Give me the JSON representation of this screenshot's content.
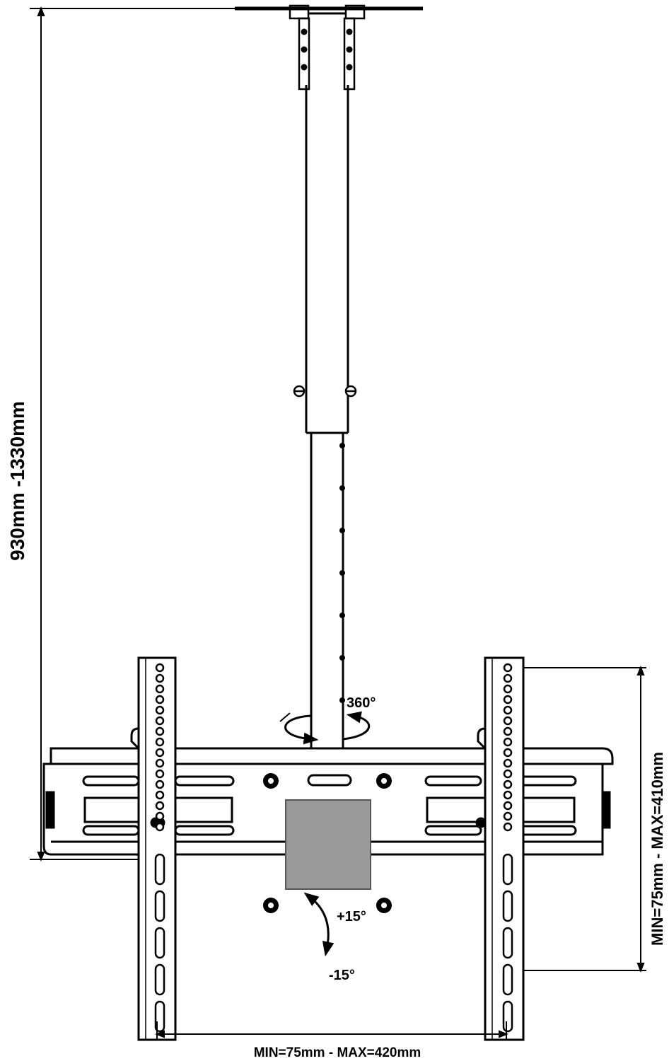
{
  "diagram": {
    "height_range": "930mm -1330mm",
    "vertical_hole_spacing": "MIN=75mm  -  MAX=410mm",
    "horizontal_hole_spacing": "MIN=75mm  -  MAX=420mm",
    "rotation_angle": "360°",
    "tilt_up": "+15°",
    "tilt_down": "-15°"
  },
  "colors": {
    "line": "#000000",
    "background": "#ffffff",
    "center_plate": "#9a9a9a"
  }
}
